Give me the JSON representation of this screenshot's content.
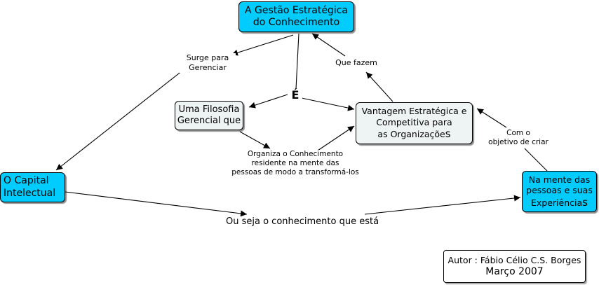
{
  "diagram": {
    "nodes": {
      "gestao": {
        "lines": [
          "A Gestão Estratégica",
          "do Conhecimento"
        ],
        "color": "#00ccff"
      },
      "filosofia": {
        "lines": [
          "Uma Filosofia",
          "Gerencial que"
        ],
        "color": "#eef3f3"
      },
      "vantagem": {
        "lines": [
          "Vantagem Estratégica e",
          "Competitiva  para",
          "as Organizaçõe",
          "s"
        ],
        "color": "#eef3f3"
      },
      "capital": {
        "lines": [
          "O Capital",
          "Intelectual"
        ],
        "color": "#00ccff"
      },
      "mente": {
        "lines": [
          "Na mente das",
          "pessoas e suas",
          "Experiência",
          "s"
        ],
        "color": "#00ccff"
      },
      "autor": {
        "lines": [
          "Autor : Fábio Célio C.S. Borges",
          "Março 2007"
        ],
        "color": "#ffffff"
      }
    },
    "links": {
      "surge": [
        "Surge para",
        "Gerenciar"
      ],
      "e": "É",
      "que_fazem": "Que fazem",
      "organiza": [
        "Organiza o Conhecimento",
        "residente na mente das",
        "pessoas de modo a transformá-los"
      ],
      "com_objetivo": [
        "Com o",
        "objetivo de criar"
      ],
      "ou_seja": "Ou seja o conhecimento que está"
    }
  }
}
